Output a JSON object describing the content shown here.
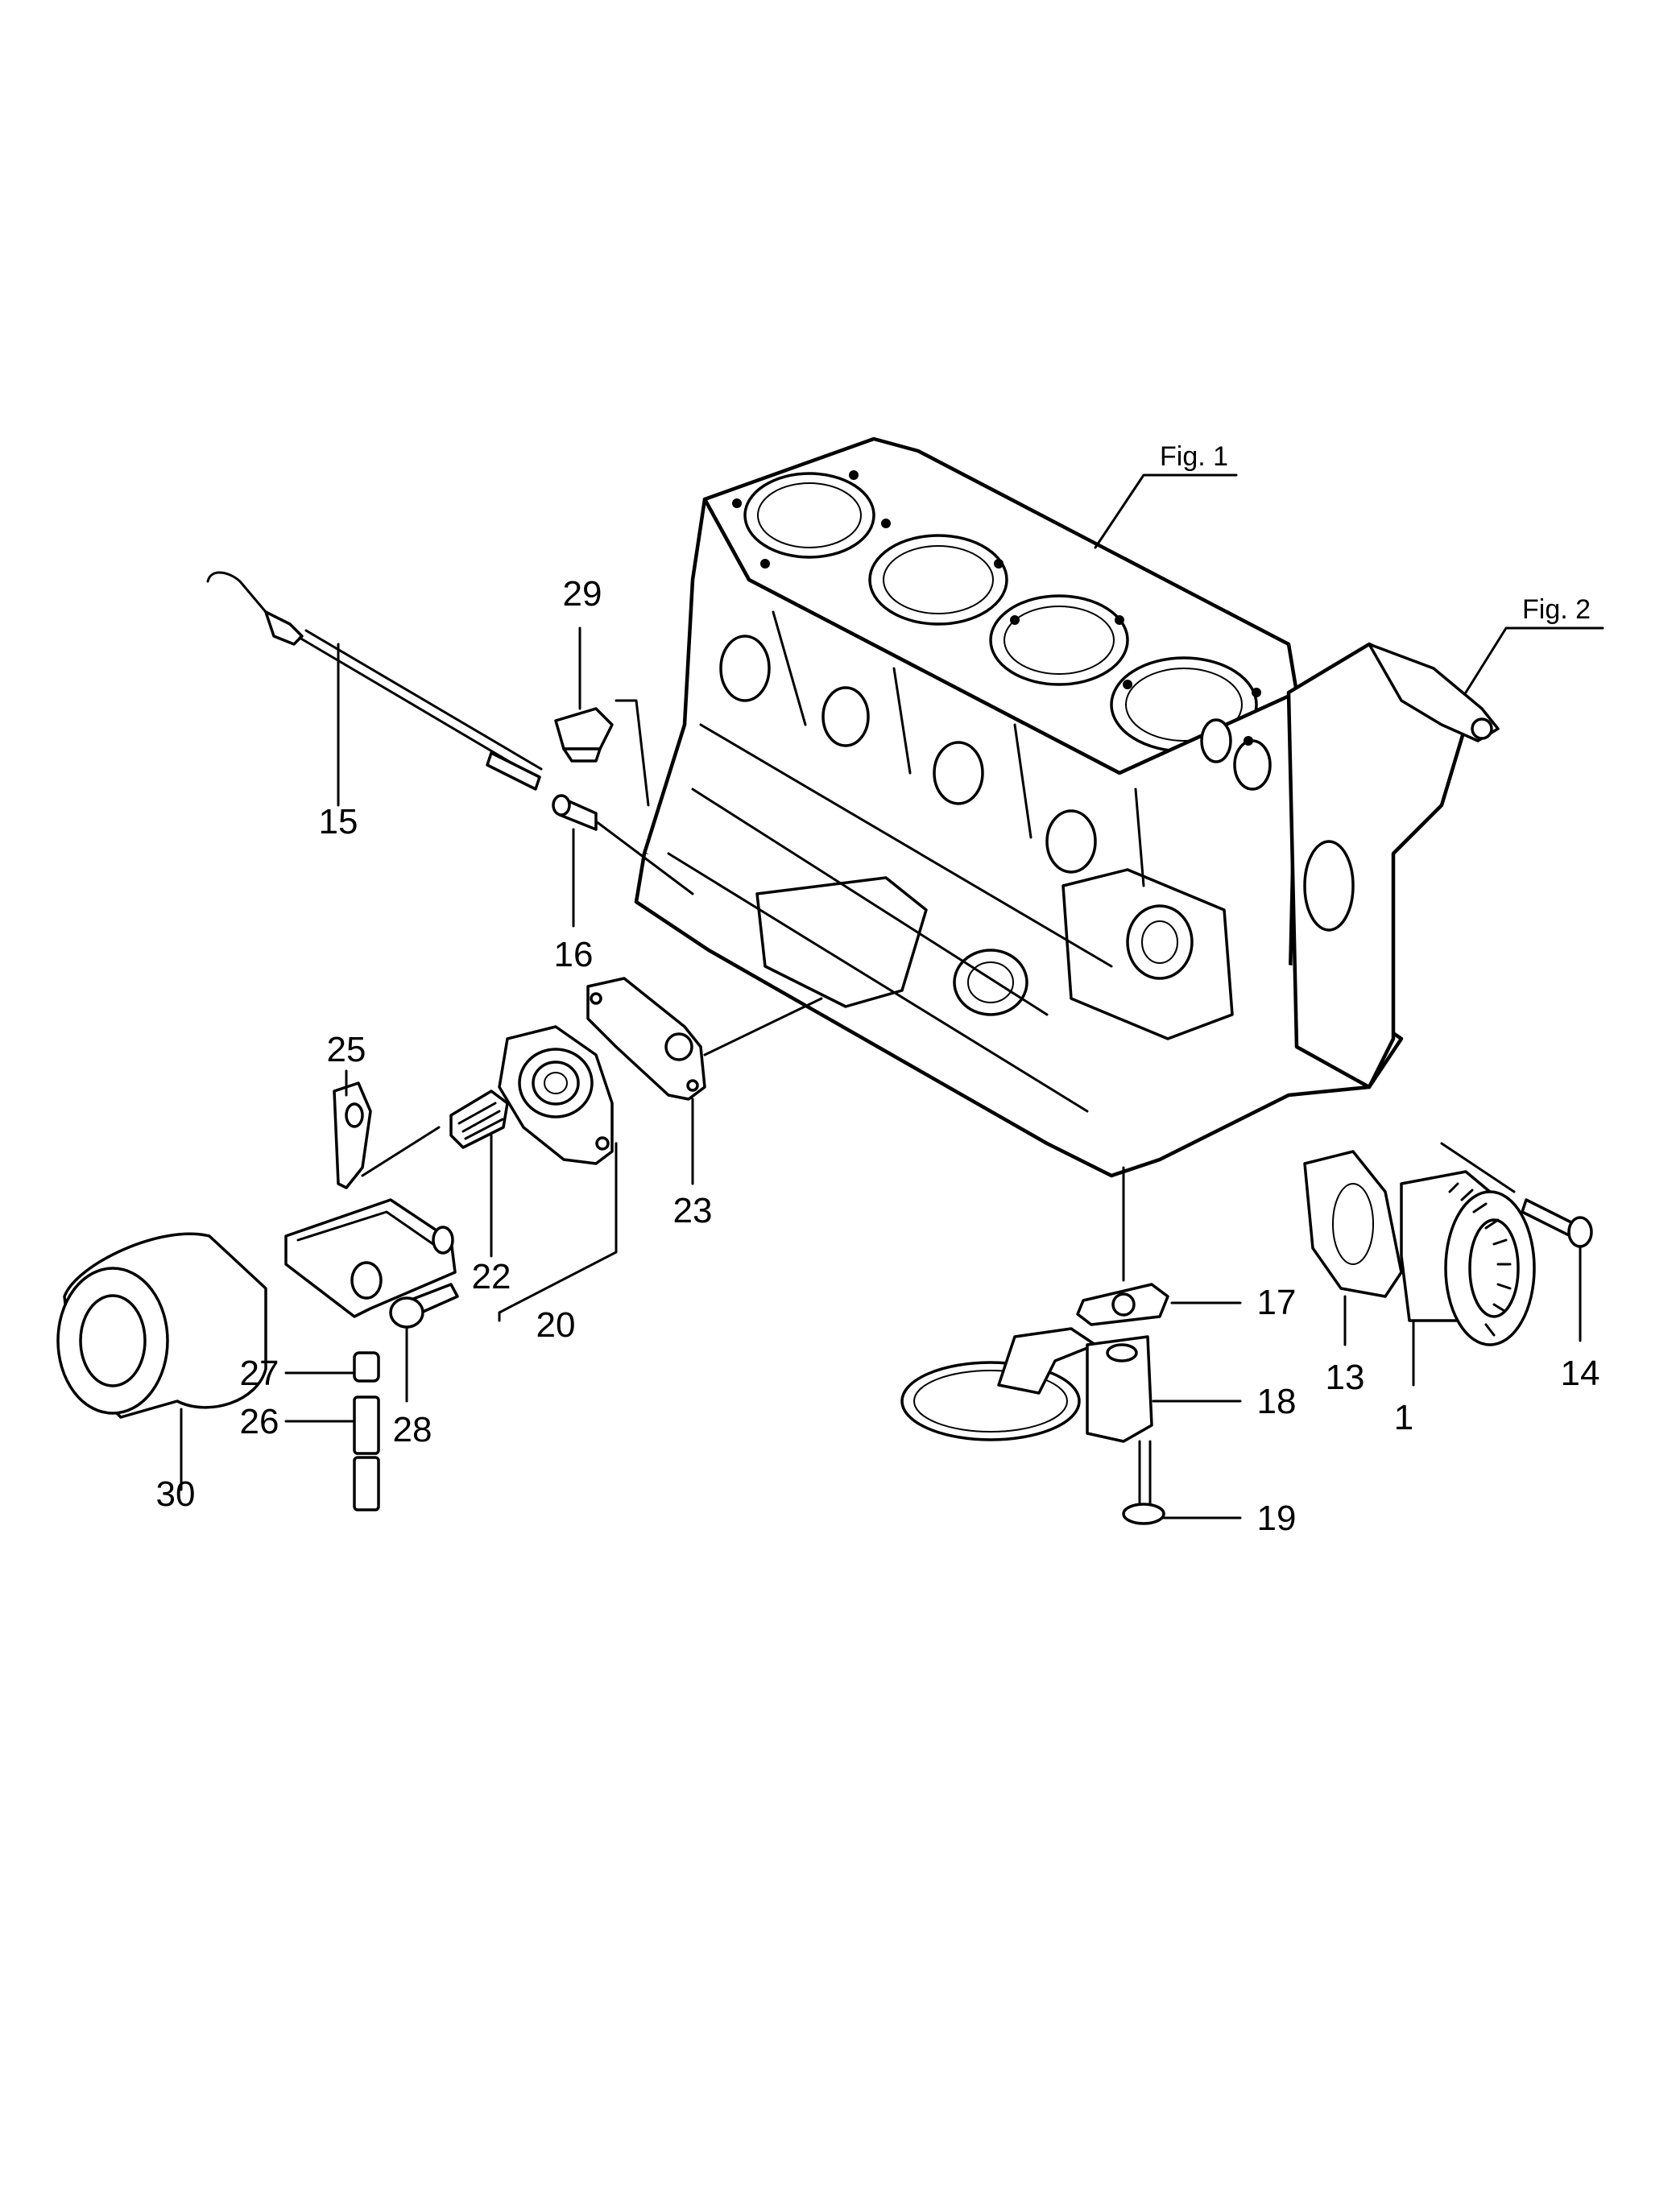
{
  "figure_refs": [
    {
      "id": "fig1",
      "label": "Fig. 1"
    },
    {
      "id": "fig2",
      "label": "Fig. 2"
    }
  ],
  "callouts": [
    {
      "id": "c1",
      "label": "1"
    },
    {
      "id": "c13",
      "label": "13"
    },
    {
      "id": "c14",
      "label": "14"
    },
    {
      "id": "c15",
      "label": "15"
    },
    {
      "id": "c16",
      "label": "16"
    },
    {
      "id": "c17",
      "label": "17"
    },
    {
      "id": "c18",
      "label": "18"
    },
    {
      "id": "c19",
      "label": "19"
    },
    {
      "id": "c20",
      "label": "20"
    },
    {
      "id": "c22",
      "label": "22"
    },
    {
      "id": "c23",
      "label": "23"
    },
    {
      "id": "c25",
      "label": "25"
    },
    {
      "id": "c26",
      "label": "26"
    },
    {
      "id": "c27",
      "label": "27"
    },
    {
      "id": "c28",
      "label": "28"
    },
    {
      "id": "c29",
      "label": "29"
    },
    {
      "id": "c30",
      "label": "30"
    }
  ]
}
